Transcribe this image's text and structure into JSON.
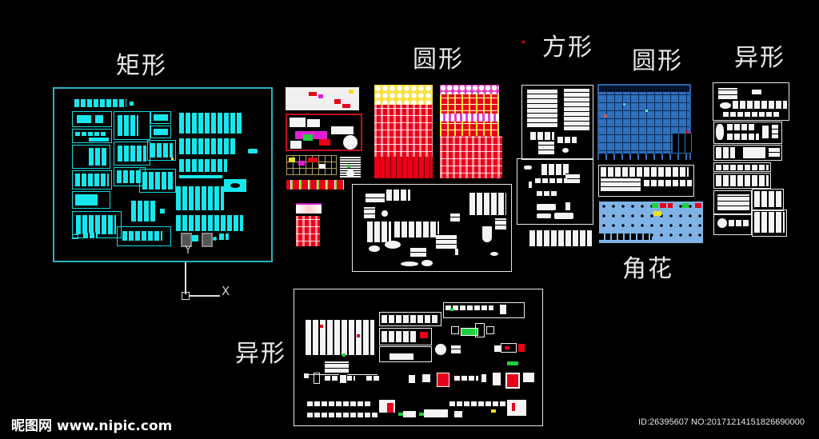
{
  "canvas": {
    "background": "#000000",
    "type": "cad-drawing-sheet"
  },
  "group_labels": {
    "rectangle": "矩形",
    "round_1": "圆形",
    "square": "方形",
    "round_2": "圆形",
    "irregular_1": "异形",
    "corner_flower": "角花",
    "irregular_2": "异形"
  },
  "colors": {
    "cyan_layer": "#18e6ee",
    "cyan_frame": "#2ab3c0",
    "red_layer": "#e8001a",
    "blue_block": "#2f6fbd",
    "light_blue_block": "#7fb3e6",
    "white_layer": "#f4f4f4"
  },
  "ucs_icon": {
    "y_axis": "Y",
    "x_axis": "X"
  },
  "watermark": {
    "site_name": "昵图网",
    "url": "www.nipic.com"
  },
  "image_id": {
    "text": "ID:26395607 NO:20171214151826690000"
  }
}
